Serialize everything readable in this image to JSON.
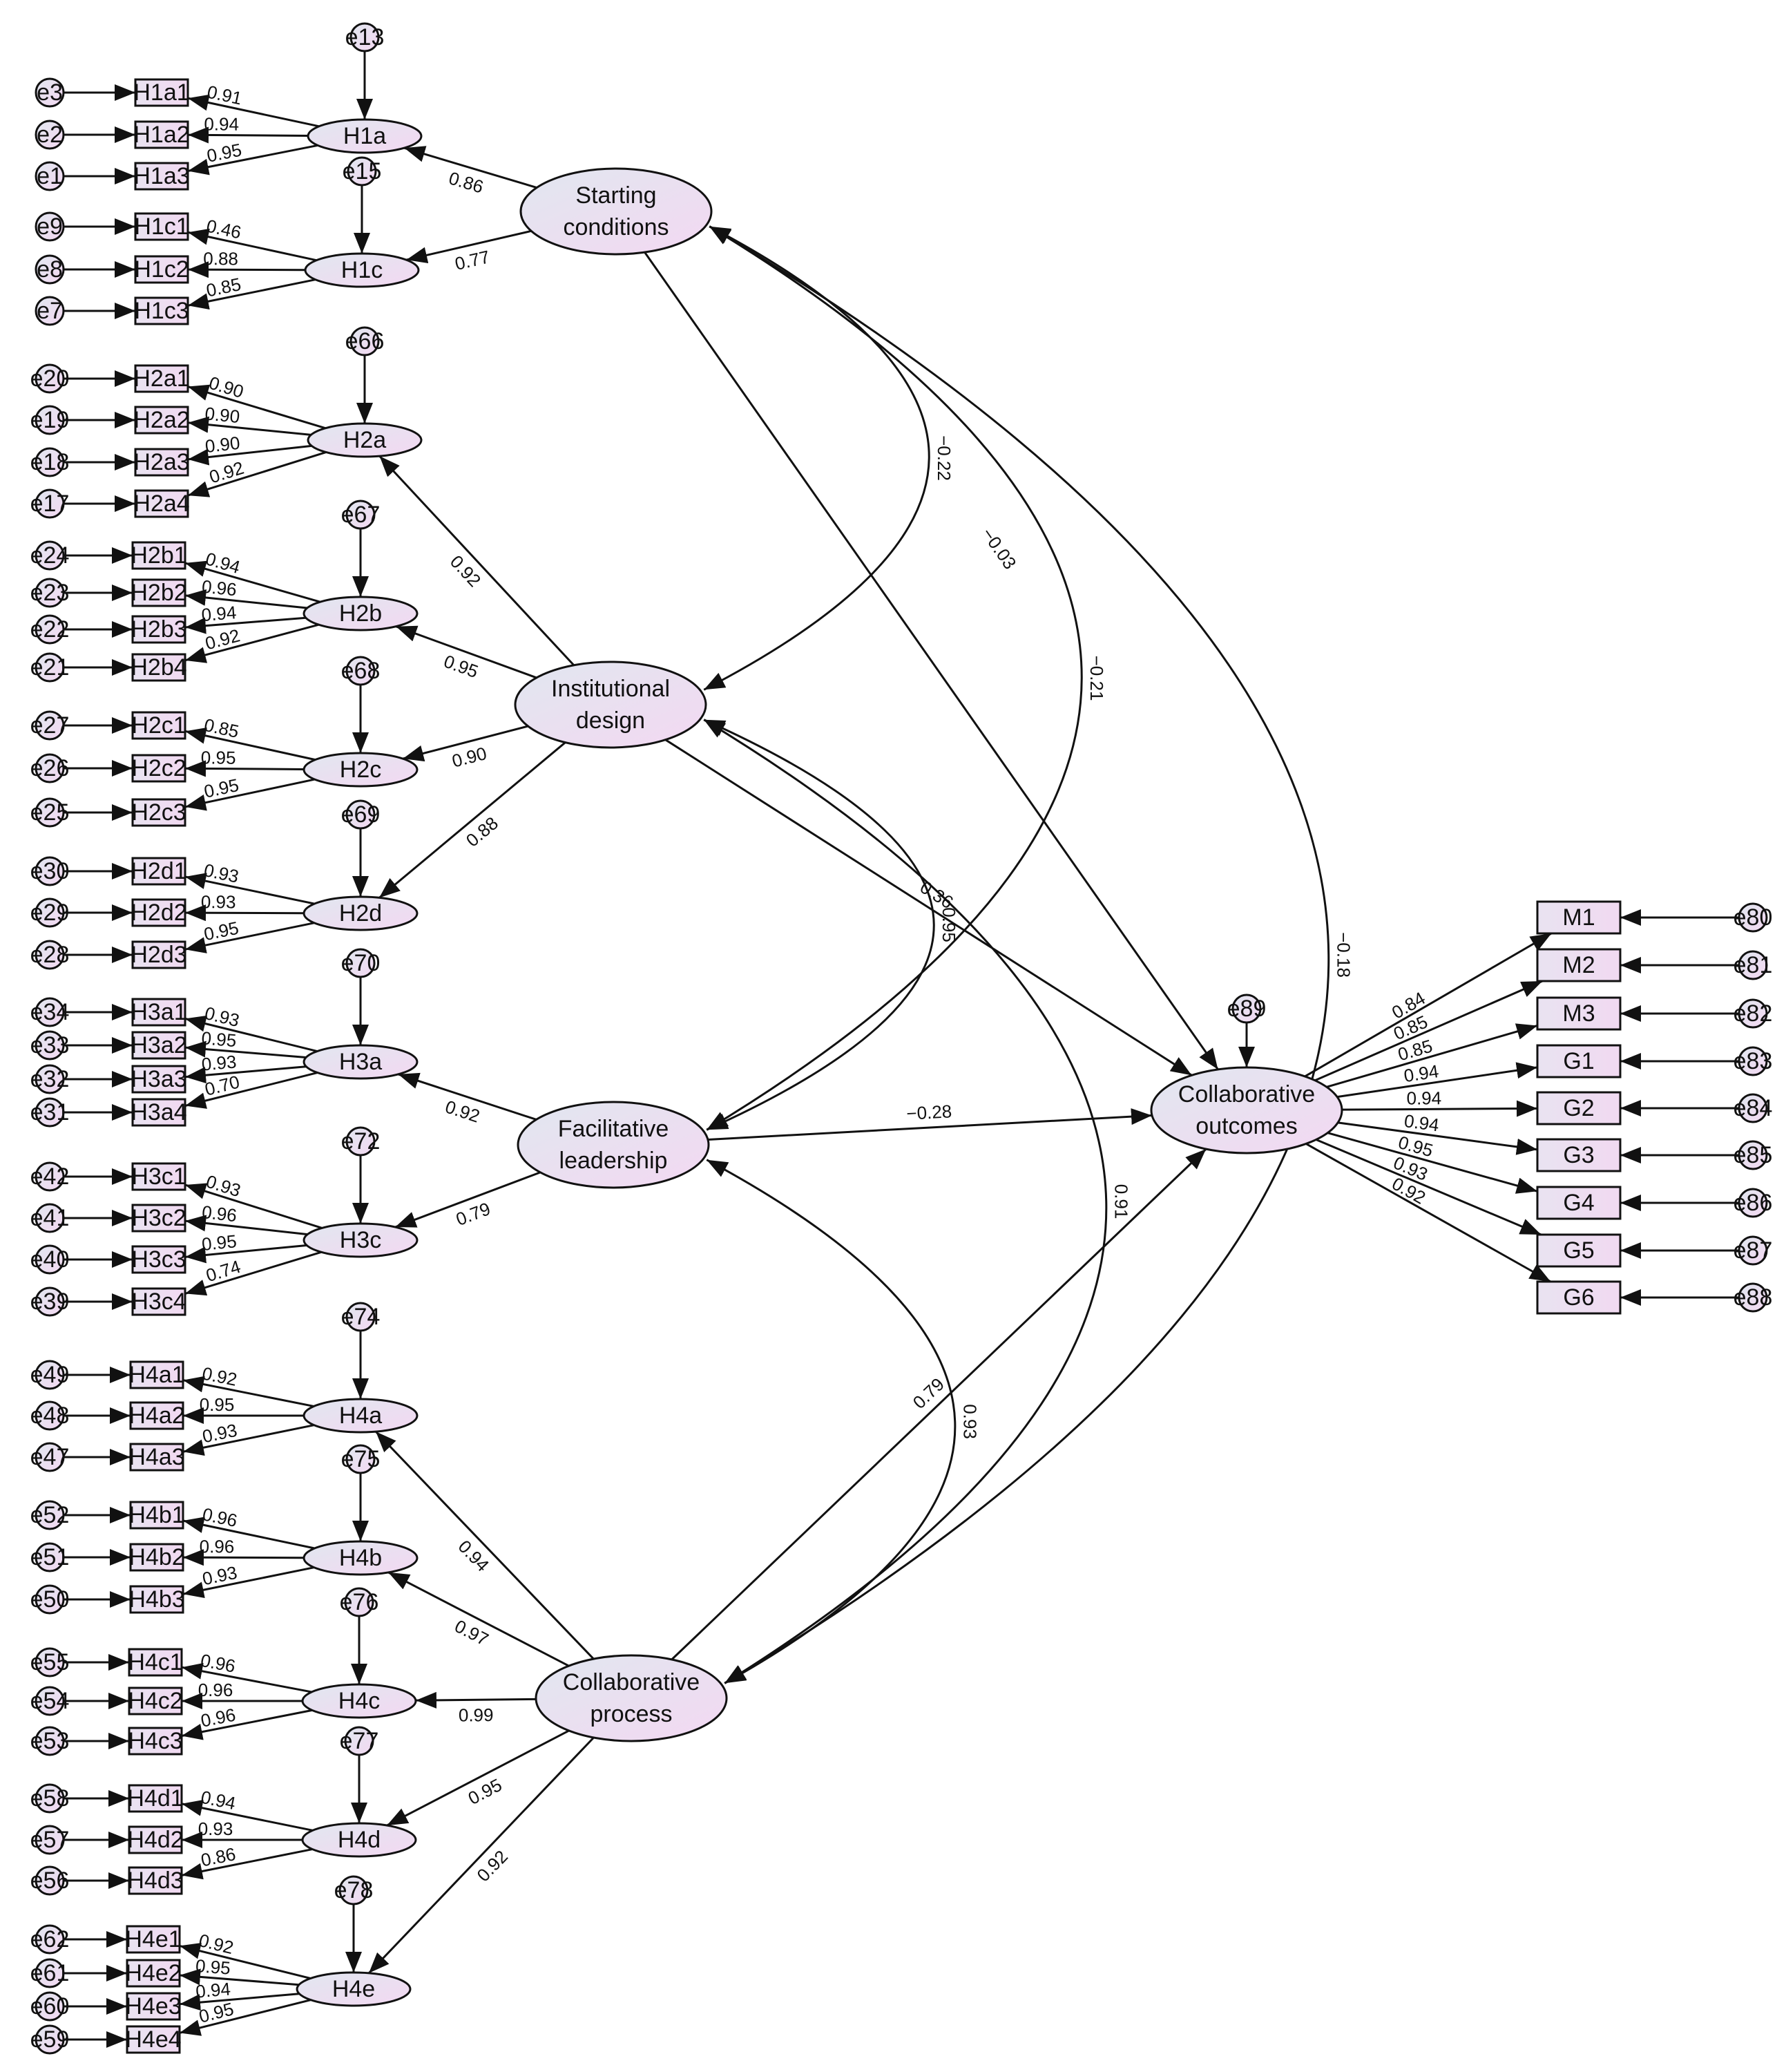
{
  "colors": {
    "stroke": "#111111",
    "fill_a": "#f1d9f1",
    "fill_b": "#e1e7ef"
  },
  "latents": [
    {
      "id": "SC",
      "lines": [
        "Starting",
        "conditions"
      ]
    },
    {
      "id": "ID",
      "lines": [
        "Institutional",
        "design"
      ]
    },
    {
      "id": "FL",
      "lines": [
        "Facilitative",
        "leadership"
      ]
    },
    {
      "id": "CP",
      "lines": [
        "Collaborative",
        "process"
      ]
    },
    {
      "id": "CO",
      "lines": [
        "Collaborative",
        "outcomes"
      ]
    }
  ],
  "first_order": [
    {
      "name": "H1a",
      "parent": "SC",
      "loading": "0.86",
      "disturbance": "e13",
      "indicators": [
        {
          "name": "H1a1",
          "error": "e3",
          "loading": "0.91"
        },
        {
          "name": "H1a2",
          "error": "e2",
          "loading": "0.94"
        },
        {
          "name": "H1a3",
          "error": "e1",
          "loading": "0.95"
        }
      ]
    },
    {
      "name": "H1c",
      "parent": "SC",
      "loading": "0.77",
      "disturbance": "e15",
      "indicators": [
        {
          "name": "H1c1",
          "error": "e9",
          "loading": "0.46"
        },
        {
          "name": "H1c2",
          "error": "e8",
          "loading": "0.88"
        },
        {
          "name": "H1c3",
          "error": "e7",
          "loading": "0.85"
        }
      ]
    },
    {
      "name": "H2a",
      "parent": "ID",
      "loading": "0.92",
      "disturbance": "e66",
      "indicators": [
        {
          "name": "H2a1",
          "error": "e20",
          "loading": "0.90"
        },
        {
          "name": "H2a2",
          "error": "e19",
          "loading": "0.90"
        },
        {
          "name": "H2a3",
          "error": "e18",
          "loading": "0.90"
        },
        {
          "name": "H2a4",
          "error": "e17",
          "loading": "0.92"
        }
      ]
    },
    {
      "name": "H2b",
      "parent": "ID",
      "loading": "0.95",
      "disturbance": "e67",
      "indicators": [
        {
          "name": "H2b1",
          "error": "e24",
          "loading": "0.94"
        },
        {
          "name": "H2b2",
          "error": "e23",
          "loading": "0.96"
        },
        {
          "name": "H2b3",
          "error": "e22",
          "loading": "0.94"
        },
        {
          "name": "H2b4",
          "error": "e21",
          "loading": "0.92"
        }
      ]
    },
    {
      "name": "H2c",
      "parent": "ID",
      "loading": "0.90",
      "disturbance": "e68",
      "indicators": [
        {
          "name": "H2c1",
          "error": "e27",
          "loading": "0.85"
        },
        {
          "name": "H2c2",
          "error": "e26",
          "loading": "0.95"
        },
        {
          "name": "H2c3",
          "error": "e25",
          "loading": "0.95"
        }
      ]
    },
    {
      "name": "H2d",
      "parent": "ID",
      "loading": "0.88",
      "disturbance": "e69",
      "indicators": [
        {
          "name": "H2d1",
          "error": "e30",
          "loading": "0.93"
        },
        {
          "name": "H2d2",
          "error": "e29",
          "loading": "0.93"
        },
        {
          "name": "H2d3",
          "error": "e28",
          "loading": "0.95"
        }
      ]
    },
    {
      "name": "H3a",
      "parent": "FL",
      "loading": "0.92",
      "disturbance": "e70",
      "indicators": [
        {
          "name": "H3a1",
          "error": "e34",
          "loading": "0.93"
        },
        {
          "name": "H3a2",
          "error": "e33",
          "loading": "0.95"
        },
        {
          "name": "H3a3",
          "error": "e32",
          "loading": "0.93"
        },
        {
          "name": "H3a4",
          "error": "e31",
          "loading": "0.70"
        }
      ]
    },
    {
      "name": "H3c",
      "parent": "FL",
      "loading": "0.79",
      "disturbance": "e72",
      "indicators": [
        {
          "name": "H3c1",
          "error": "e42",
          "loading": "0.93"
        },
        {
          "name": "H3c2",
          "error": "e41",
          "loading": "0.96"
        },
        {
          "name": "H3c3",
          "error": "e40",
          "loading": "0.95"
        },
        {
          "name": "H3c4",
          "error": "e39",
          "loading": "0.74"
        }
      ]
    },
    {
      "name": "H4a",
      "parent": "CP",
      "loading": "0.94",
      "disturbance": "e74",
      "indicators": [
        {
          "name": "H4a1",
          "error": "e49",
          "loading": "0.92"
        },
        {
          "name": "H4a2",
          "error": "e48",
          "loading": "0.95"
        },
        {
          "name": "H4a3",
          "error": "e47",
          "loading": "0.93"
        }
      ]
    },
    {
      "name": "H4b",
      "parent": "CP",
      "loading": "0.97",
      "disturbance": "e75",
      "indicators": [
        {
          "name": "H4b1",
          "error": "e52",
          "loading": "0.96"
        },
        {
          "name": "H4b2",
          "error": "e51",
          "loading": "0.96"
        },
        {
          "name": "H4b3",
          "error": "e50",
          "loading": "0.93"
        }
      ]
    },
    {
      "name": "H4c",
      "parent": "CP",
      "loading": "0.99",
      "disturbance": "e76",
      "indicators": [
        {
          "name": "H4c1",
          "error": "e55",
          "loading": "0.96"
        },
        {
          "name": "H4c2",
          "error": "e54",
          "loading": "0.96"
        },
        {
          "name": "H4c3",
          "error": "e53",
          "loading": "0.96"
        }
      ]
    },
    {
      "name": "H4d",
      "parent": "CP",
      "loading": "0.95",
      "disturbance": "e77",
      "indicators": [
        {
          "name": "H4d1",
          "error": "e58",
          "loading": "0.94"
        },
        {
          "name": "H4d2",
          "error": "e57",
          "loading": "0.93"
        },
        {
          "name": "H4d3",
          "error": "e56",
          "loading": "0.86"
        }
      ]
    },
    {
      "name": "H4e",
      "parent": "CP",
      "loading": "0.92",
      "disturbance": "e78",
      "indicators": [
        {
          "name": "H4e1",
          "error": "e62",
          "loading": "0.92"
        },
        {
          "name": "H4e2",
          "error": "e61",
          "loading": "0.95"
        },
        {
          "name": "H4e3",
          "error": "e60",
          "loading": "0.94"
        },
        {
          "name": "H4e4",
          "error": "e59",
          "loading": "0.95"
        }
      ]
    }
  ],
  "outcome": {
    "disturbance": "e89",
    "indicators": [
      {
        "name": "M1",
        "error": "e80",
        "loading": "0.84"
      },
      {
        "name": "M2",
        "error": "e81",
        "loading": "0.85"
      },
      {
        "name": "M3",
        "error": "e82",
        "loading": "0.85"
      },
      {
        "name": "G1",
        "error": "e83",
        "loading": "0.94"
      },
      {
        "name": "G2",
        "error": "e84",
        "loading": "0.94"
      },
      {
        "name": "G3",
        "error": "e85",
        "loading": "0.94"
      },
      {
        "name": "G4",
        "error": "e86",
        "loading": "0.95"
      },
      {
        "name": "G5",
        "error": "e87",
        "loading": "0.93"
      },
      {
        "name": "G6",
        "error": "e88",
        "loading": "0.92"
      }
    ]
  },
  "paths": [
    {
      "from": "SC",
      "to": "CO",
      "value": "−0.03"
    },
    {
      "from": "ID",
      "to": "CO",
      "value": "0.36"
    },
    {
      "from": "FL",
      "to": "CO",
      "value": "−0.28"
    },
    {
      "from": "CP",
      "to": "CO",
      "value": "0.79"
    }
  ],
  "covariances": [
    {
      "a": "SC",
      "b": "ID",
      "value": "−0.22"
    },
    {
      "a": "SC",
      "b": "FL",
      "value": "−0.21"
    },
    {
      "a": "SC",
      "b": "CP",
      "value": "−0.18"
    },
    {
      "a": "ID",
      "b": "FL",
      "value": "0.95"
    },
    {
      "a": "ID",
      "b": "CP",
      "value": "0.91"
    },
    {
      "a": "FL",
      "b": "CP",
      "value": "0.93"
    }
  ]
}
